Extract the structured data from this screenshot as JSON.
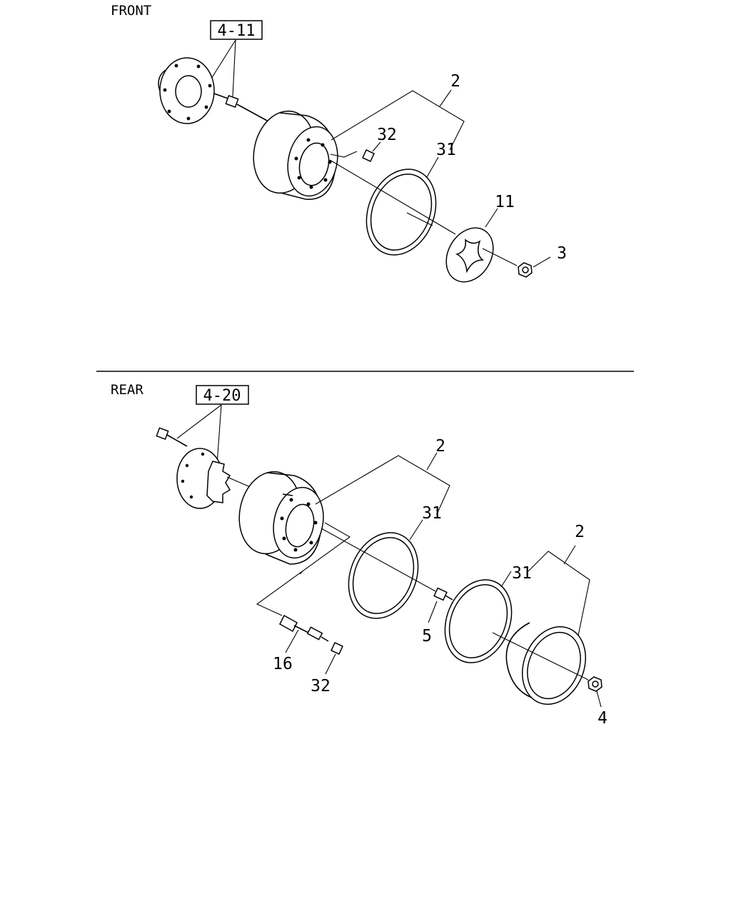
{
  "front": {
    "title": "FRONT",
    "reference": "4-11",
    "callouts": {
      "wheel": "2",
      "rim_ring": "31",
      "valve_cap": "32",
      "cover": "11",
      "nut": "3"
    }
  },
  "rear": {
    "title": "REAR",
    "reference": "4-20",
    "callouts": {
      "inner_wheel": "2",
      "inner_ring": "31",
      "outer_wheel": "2",
      "outer_ring": "31",
      "inner_nut": "5",
      "outer_nut": "4",
      "valve_extension": "16",
      "valve_cap": "32"
    }
  },
  "colors": {
    "line": "#000000",
    "background": "#ffffff"
  }
}
